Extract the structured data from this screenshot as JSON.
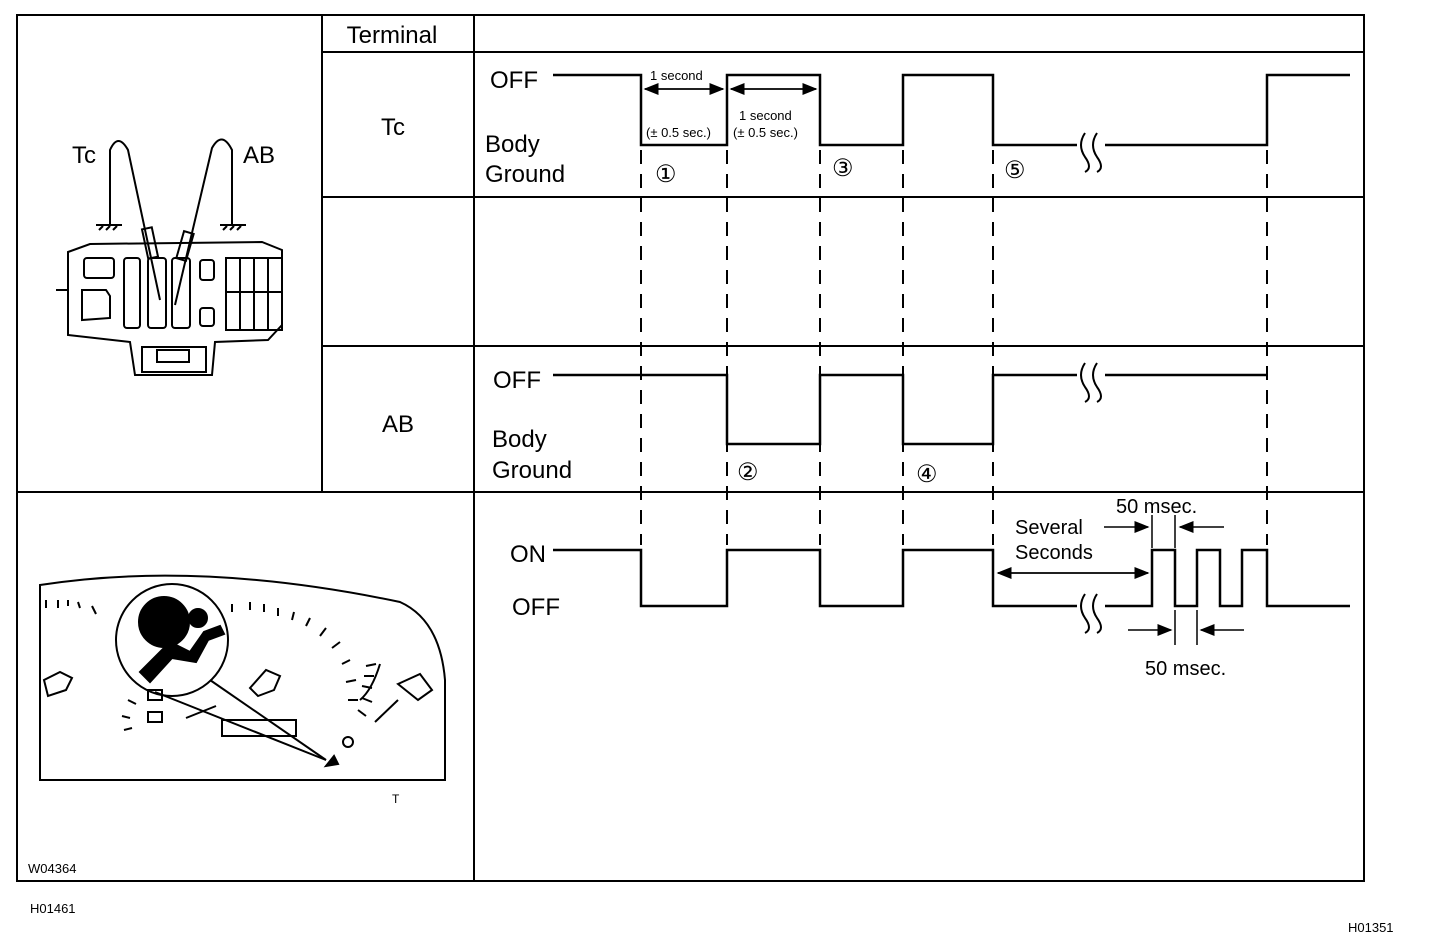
{
  "table": {
    "header_terminal": "Terminal",
    "rows": [
      {
        "terminal": "Tc"
      },
      {
        "terminal": ""
      },
      {
        "terminal": "AB"
      }
    ]
  },
  "connector_figure": {
    "label_tc": "Tc",
    "label_ab": "AB"
  },
  "waveforms": {
    "tc": {
      "level_high": "OFF",
      "level_low_1": "Body",
      "level_low_2": "Ground"
    },
    "ab": {
      "level_high": "OFF",
      "level_low_1": "Body",
      "level_low_2": "Ground"
    },
    "warning": {
      "level_high": "ON",
      "level_low": "OFF"
    }
  },
  "annotations": {
    "one_second_a": "1 second",
    "tolerance_a": "(± 0.5 sec.)",
    "one_second_b": "1 second",
    "tolerance_b": "(± 0.5 sec.)",
    "step1": "①",
    "step2": "②",
    "step3": "③",
    "step4": "④",
    "step5": "⑤",
    "several_1": "Several",
    "several_2": "Seconds",
    "msec_top": "50 msec.",
    "msec_bottom": "50 msec."
  },
  "codes": {
    "figure_code": "W04364",
    "left_code": "H01461",
    "right_code": "H01351",
    "small_mark": "T"
  }
}
